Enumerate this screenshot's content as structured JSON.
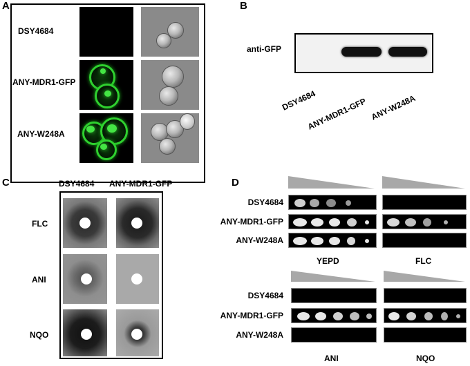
{
  "panels": {
    "a": {
      "letter": "A",
      "rows": [
        "DSY4684",
        "ANY-MDR1-GFP",
        "ANY-W248A"
      ]
    },
    "b": {
      "letter": "B",
      "band_label": "anti-GFP",
      "lanes": [
        "DSY4684",
        "ANY-MDR1-GFP",
        "ANY-W248A"
      ]
    },
    "c": {
      "letter": "C",
      "columns": [
        "DSY4684",
        "ANY-MDR1-GFP"
      ],
      "rows": [
        "FLC",
        "ANI",
        "NQO"
      ]
    },
    "d": {
      "letter": "D",
      "rows_top": [
        "DSY4684",
        "ANY-MDR1-GFP",
        "ANY-W248A"
      ],
      "rows_bottom": [
        "DSY4684",
        "ANY-MDR1-GFP",
        "ANY-W248A"
      ],
      "conditions_top": [
        "YEPD",
        "FLC"
      ],
      "conditions_bottom": [
        "ANI",
        "NQO"
      ]
    }
  },
  "colors": {
    "gfp": "#2fd12f",
    "band": "#111111",
    "background": "#ffffff"
  }
}
